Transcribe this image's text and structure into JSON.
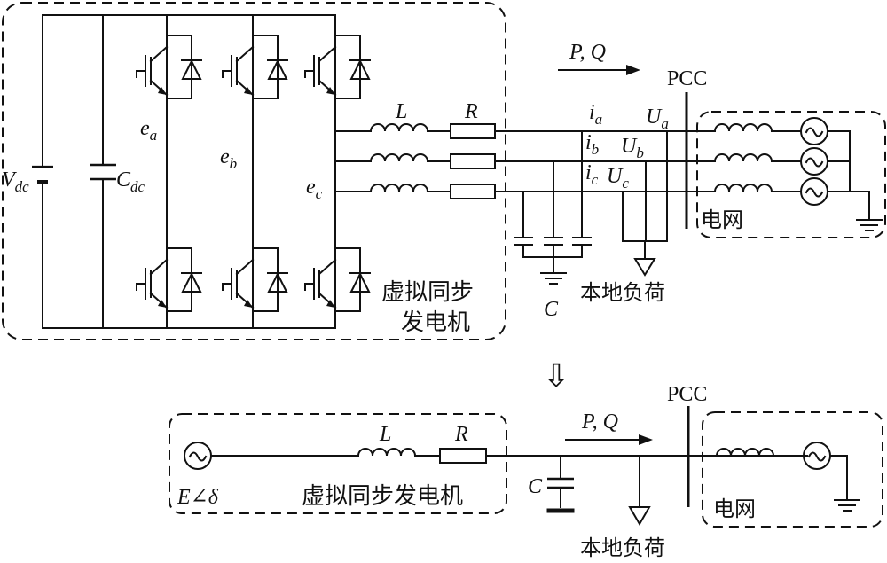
{
  "top": {
    "vdc_main": "V",
    "vdc_sub": "dc",
    "cdc_main": "C",
    "cdc_sub": "dc",
    "ea_main": "e",
    "ea_sub": "a",
    "eb_main": "e",
    "eb_sub": "b",
    "ec_main": "e",
    "ec_sub": "c",
    "inductor_label": "L",
    "resistor_label": "R",
    "power_flow": "P, Q",
    "pcc_label": "PCC",
    "ia_main": "i",
    "ia_sub": "a",
    "ib_main": "i",
    "ib_sub": "b",
    "ic_main": "i",
    "ic_sub": "c",
    "ua_main": "U",
    "ua_sub": "a",
    "ub_main": "U",
    "ub_sub": "b",
    "uc_main": "U",
    "uc_sub": "c",
    "filter_cap_label": "C",
    "local_load_label": "本地负荷",
    "grid_label": "电网",
    "vsg_label_line1": "虚拟同步",
    "vsg_label_line2": "发电机"
  },
  "arrow_symbol": "⇩",
  "bottom": {
    "source_label": "E∠δ",
    "inductor_label": "L",
    "resistor_label": "R",
    "vsg_label": "虚拟同步发电机",
    "power_flow": "P, Q",
    "pcc_label": "PCC",
    "cap_label": "C",
    "local_load_label": "本地负荷",
    "grid_label": "电网"
  }
}
